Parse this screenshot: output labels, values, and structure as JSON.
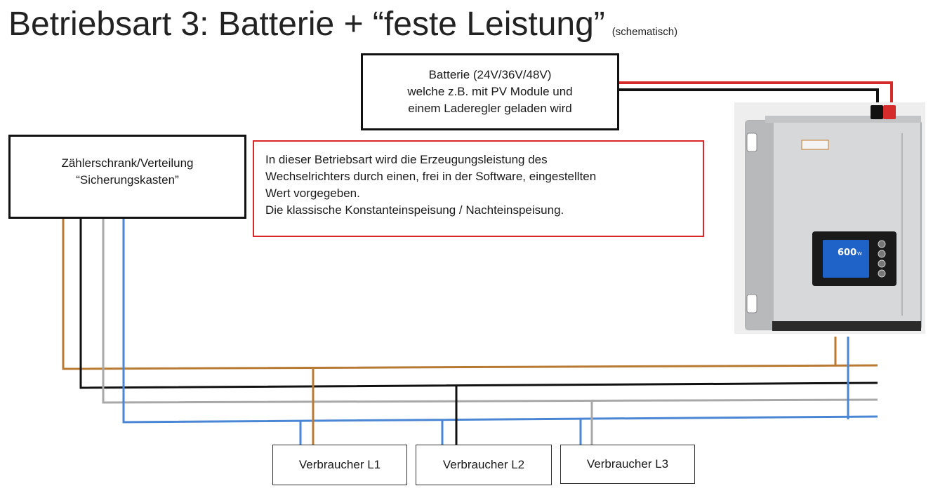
{
  "title": "Betriebsart 3: Batterie + “feste Leistung”",
  "subtitle": "(schematisch)",
  "battery": {
    "lines": [
      "Batterie (24V/36V/48V)",
      "welche z.B. mit PV Module und",
      "einem Laderegler geladen wird"
    ]
  },
  "meter_cabinet": {
    "lines": [
      "Zählerschrank/Verteilung",
      "“Sicherungskasten”"
    ]
  },
  "note": {
    "lines": [
      "In dieser Betriebsart wird die Erzeugungsleistung des",
      "Wechselrichters durch einen, frei in der Software, eingestellten",
      "Wert vorgegeben.",
      "Die klassische Konstanteinspeisung / Nachteinspeisung."
    ]
  },
  "inverter": {
    "display_value": "600",
    "display_unit": "W"
  },
  "loads": [
    "Verbraucher L1",
    "Verbraucher L2",
    "Verbraucher L3"
  ],
  "colors": {
    "phase_brown": "#b87a33",
    "phase_black": "#111111",
    "phase_grey": "#a8a8a8",
    "neutral_blue": "#4a86d4",
    "battery_red": "#d62b2b",
    "note_border": "#d9282a"
  }
}
